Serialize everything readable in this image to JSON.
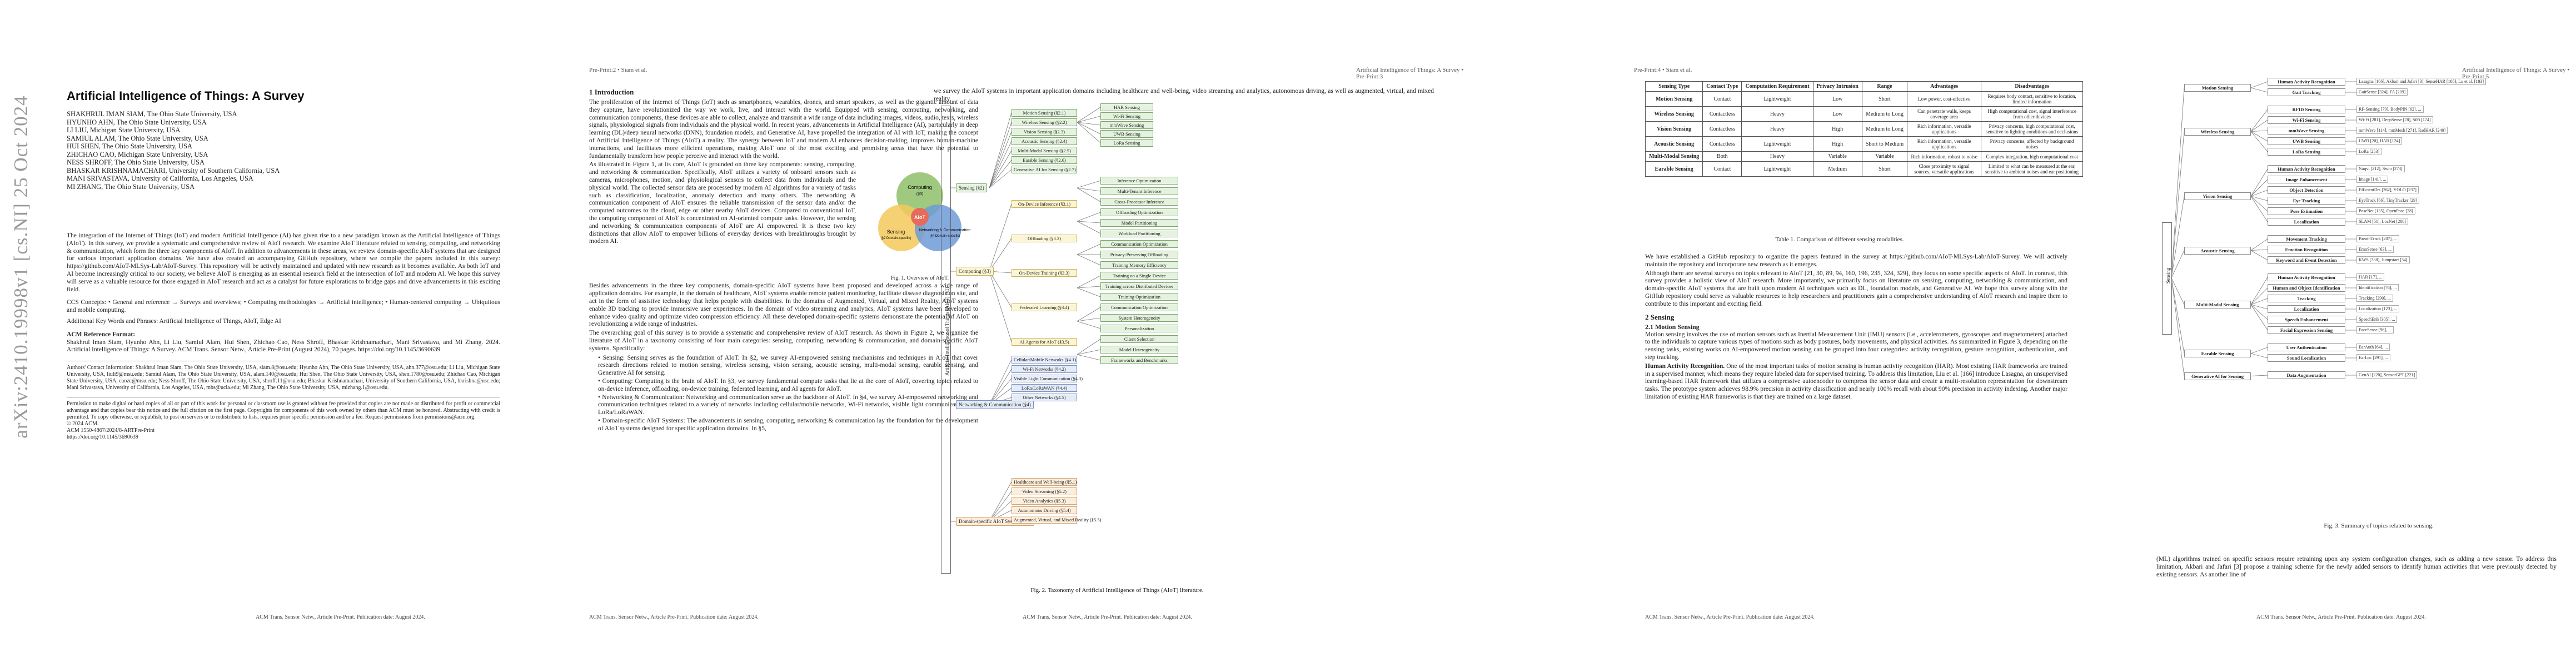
{
  "arxiv_id": "arXiv:2410.19998v1 [cs.NI] 25 Oct 2024",
  "page1": {
    "title": "Artificial Intelligence of Things: A Survey",
    "authors": [
      "SHAKHRUL IMAN SIAM, The Ohio State University, USA",
      "HYUNHO AHN, The Ohio State University, USA",
      "LI LIU, Michigan State University, USA",
      "SAMIUL ALAM, The Ohio State University, USA",
      "HUI SHEN, The Ohio State University, USA",
      "ZHICHAO CAO, Michigan State University, USA",
      "NESS SHROFF, The Ohio State University, USA",
      "BHASKAR KRISHNAMACHARI, University of Southern California, USA",
      "MANI SRIVASTAVA, University of California, Los Angeles, USA",
      "MI ZHANG, The Ohio State University, USA"
    ],
    "abstract": "The integration of the Internet of Things (IoT) and modern Artificial Intelligence (AI) has given rise to a new paradigm known as the Artificial Intelligence of Things (AIoT). In this survey, we provide a systematic and comprehensive review of AIoT research. We examine AIoT literature related to sensing, computing, and networking & communication, which form the three key components of AIoT. In addition to advancements in these areas, we review domain-specific AIoT systems that are designed for various important application domains. We have also created an accompanying GitHub repository, where we compile the papers included in this survey: https://github.com/AIoT-MLSys-Lab/AIoT-Survey. This repository will be actively maintained and updated with new research as it becomes available. As both IoT and AI become increasingly critical to our society, we believe AIoT is emerging as an essential research field at the intersection of IoT and modern AI. We hope this survey will serve as a valuable resource for those engaged in AIoT research and act as a catalyst for future explorations to bridge gaps and drive advancements in this exciting field.",
    "ccs": "CCS Concepts: • General and reference → Surveys and overviews; • Computing methodologies → Artificial intelligence; • Human-centered computing → Ubiquitous and mobile computing.",
    "keywords": "Additional Key Words and Phrases: Artificial Intelligence of Things, AIoT, Edge AI",
    "acm_label": "ACM Reference Format:",
    "acm_ref": "Shakhrul Iman Siam, Hyunho Ahn, Li Liu, Samiul Alam, Hui Shen, Zhichao Cao, Ness Shroff, Bhaskar Krishnamachari, Mani Srivastava, and Mi Zhang. 2024. Artificial Intelligence of Things: A Survey. ACM Trans. Sensor Netw., Article Pre-Print (August 2024), 70 pages. https://doi.org/10.1145/3690639",
    "address": "Authors' Contact Information: Shakhrul Iman Siam, The Ohio State University, USA, siam.8@osu.edu; Hyunho Ahn, The Ohio State University, USA, ahn.377@osu.edu; Li Liu, Michigan State University, USA, liuli9@msu.edu; Samiul Alam, The Ohio State University, USA, alam.140@osu.edu; Hui Shen, The Ohio State University, USA, shen.1780@osu.edu; Zhichao Cao, Michigan State University, USA, caozc@msu.edu; Ness Shroff, The Ohio State University, USA, shroff.11@osu.edu; Bhaskar Krishnamachari, University of Southern California, USA, bkrishna@usc.edu; Mani Srivastava, University of California, Los Angeles, USA, mbs@ucla.edu; Mi Zhang, The Ohio State University, USA, mizhang.1@osu.edu.",
    "permission": "Permission to make digital or hard copies of all or part of this work for personal or classroom use is granted without fee provided that copies are not made or distributed for profit or commercial advantage and that copies bear this notice and the full citation on the first page. Copyrights for components of this work owned by others than ACM must be honored. Abstracting with credit is permitted. To copy otherwise, or republish, to post on servers or to redistribute to lists, requires prior specific permission and/or a fee. Request permissions from permissions@acm.org.",
    "copyright": "© 2024 ACM.",
    "issn": "ACM 1550-4867/2024/8-ARTPre-Print",
    "doi": "https://doi.org/10.1145/3690639",
    "footer": "ACM Trans. Sensor Netw., Article Pre-Print. Publication date: August 2024."
  },
  "page2": {
    "header_left": "Pre-Print:2 • Siam et al.",
    "header_right": "Artificial Intelligence of Things: A Survey • Pre-Print:3",
    "section": "1 Introduction",
    "para1": "The proliferation of the Internet of Things (IoT) such as smartphones, wearables, drones, and smart speakers, as well as the gigantic amount of data they capture, have revolutionized the way we work, live, and interact with the world. Equipped with sensing, computing, networking, and communication components, these devices are able to collect, analyze and transmit a wide range of data including images, videos, audio, texts, wireless signals, physiological signals from individuals and the physical world. In recent years, advancements in Artificial Intelligence (AI), particularly in deep learning (DL)/deep neural networks (DNN), foundation models, and Generative AI, have propelled the integration of AI with IoT, making the concept of Artificial Intelligence of Things (AIoT) a reality. The synergy between IoT and modern AI enhances decision-making, improves human-machine interactions, and facilitates more efficient operations, making AIoT one of the most exciting and promising areas that have the potential to fundamentally transform how people perceive and interact with the world.",
    "para2": "As illustrated in Figure 1, at its core, AIoT is grounded on three key components: sensing, computing, and networking & communication. Specifically, AIoT utilizes a variety of onboard sensors such as cameras, microphones, motion, and physiological sensors to collect data from individuals and the physical world. The collected sensor data are processed by modern AI algorithms for a variety of tasks such as classification, localization, anomaly detection and many others. The networking & communication component of AIoT ensures the reliable transmission of the sensor data and/or the computed outcomes to the cloud, edge or other nearby AIoT devices. Compared to conventional IoT, the computing component of AIoT is concentrated on AI-oriented compute tasks. However, the sensing and networking & communication components of AIoT are AI empowered. It is these two key distinctions that allow AIoT to empower billions of everyday devices with breakthroughs brought by modern AI.",
    "para3": "Besides advancements in the three key components, domain-specific AIoT systems have been proposed and developed across a wide range of application domains. For example, in the domain of healthcare, AIoT systems enable remote patient monitoring, facilitate disease diagnosis on site, and act in the form of assistive technology that helps people with disabilities. In the domains of Augmented, Virtual, and Mixed Reality, AIoT systems enable 3D tracking to provide immersive user experiences. In the domain of video streaming and analytics, AIoT systems have been developed to enhance video quality and optimize video compression efficiency. All these developed domain-specific systems demonstrate the potential of AIoT on revolutionizing a wide range of industries.",
    "para4": "The overarching goal of this survey is to provide a systematic and comprehensive review of AIoT research. As shown in Figure 2, we organize the literature of AIoT in a taxonomy consisting of four main categories: sensing, computing, networking & communication, and domain-specific AIoT systems. Specifically:",
    "bullets": [
      "• Sensing: Sensing serves as the foundation of AIoT. In §2, we survey AI-empowered sensing mechanisms and techniques in AIoT that cover research directions related to motion sensing, wireless sensing, vision sensing, acoustic sensing, multi-modal sensing, earable sensing, and Generative AI for sensing.",
      "• Computing: Computing is the brain of AIoT. In §3, we survey fundamental compute tasks that lie at the core of AIoT, covering topics related to on-device inference, offloading, on-device training, federated learning, and AI agents for AIoT.",
      "• Networking & Communication: Networking and communication serve as the backbone of AIoT. In §4, we survey AI-empowered networking and communication techniques related to a variety of networks including cellular/mobile networks, Wi-Fi networks, visible light communication, and LoRa/LoRaWAN.",
      "• Domain-specific AIoT Systems: The advancements in sensing, computing, networking & communication lay the foundation for the development of AIoT systems designed for specific application domains. In §5,"
    ],
    "fig1_caption": "Fig. 1. Overview of AIoT.",
    "venn": {
      "computing": "Computing",
      "computing_sub": "(§3)",
      "sensing": "Sensing",
      "sensing_sub": "(§2 Domain-specific)",
      "network": "Networking & Communication",
      "network_sub": "(§4 Domain-specific)",
      "center": "AIoT"
    },
    "right_intro": "we survey the AIoT systems in important application domains including healthcare and well-being, video streaming and analytics, autonomous driving, as well as augmented, virtual, and mixed reality.",
    "taxonomy_side": "Artificial Intelligence of Things (AIoT) (§1)",
    "taxonomy": {
      "Sensing (§2)": [
        "Motion Sensing (§2.1)",
        "Wireless Sensing (§2.2)",
        "Vision Sensing (§2.3)",
        "Acoustic Sensing (§2.4)",
        "Multi-Modal Sensing (§2.5)",
        "Earable Sensing (§2.6)",
        "Generative AI for Sensing (§2.7)"
      ],
      "Computing (§3)": [
        "On-Device Inference (§3.1)",
        "Offloading (§3.2)",
        "On-Device Training (§3.3)",
        "Federated Learning (§3.4)",
        "AI Agents for AIoT (§3.5)"
      ],
      "Networking & Communication (§4)": [
        "Cellular/Mobile Networks (§4.1)",
        "Wi-Fi Networks (§4.2)",
        "Visible Light Communication (§4.3)",
        "LoRa/LoRaWAN (§4.4)",
        "Other Networks (§4.5)"
      ],
      "Domain-specific AIoT Systems (§5)": [
        "Healthcare and Well-being (§5.1)",
        "Video Streaming (§5.2)",
        "Video Analytics (§5.3)",
        "Autonomous Driving (§5.4)",
        "Augmented, Virtual, and Mixed Reality (§5.5)"
      ]
    },
    "taxonomy_leaves_sensing": [
      "HAR Sensing",
      "Wi-Fi Sensing",
      "mmWave Sensing",
      "UWB Sensing",
      "LoRa Sensing"
    ],
    "taxonomy_leaves_computing": [
      "Inference Optimization",
      "Multi-Tenant Inference",
      "Cross-Processor Inference",
      "Offloading Optimization",
      "Model Partitioning",
      "Workload Partitioning",
      "Communication Optimization",
      "Privacy-Preserving Offloading",
      "Training Memory Efficiency",
      "Training on a Single Device",
      "Training across Distributed Devices",
      "Training Optimization",
      "Communication Optimization",
      "System Heterogeneity",
      "Personalization",
      "Client Selection",
      "Model Heterogeneity",
      "Frameworks and Benchmarks"
    ],
    "fig2_caption": "Fig. 2. Taxonomy of Artificial Intelligence of Things (AIoT) literature.",
    "footer": "ACM Trans. Sensor Netw., Article Pre-Print. Publication date: August 2024."
  },
  "page3": {
    "header_left": "Pre-Print:4 • Siam et al.",
    "header_right": "Artificial Intelligence of Things: A Survey • Pre-Print:5",
    "table_headers": [
      "Sensing Type",
      "Contact Type",
      "Computation Requirement",
      "Privacy Intrusion",
      "Range",
      "Advantages",
      "Disadvantages"
    ],
    "table_rows": [
      [
        "Motion Sensing",
        "Contact",
        "Lightweight",
        "Low",
        "Short",
        "Low power, cost-effective",
        "Requires body contact, sensitive to location, limited information"
      ],
      [
        "Wireless Sensing",
        "Contactless",
        "Heavy",
        "Low",
        "Medium to Long",
        "Can penetrate walls, keeps coverage area",
        "High computational cost, signal interference from other devices"
      ],
      [
        "Vision Sensing",
        "Contactless",
        "Heavy",
        "High",
        "Medium to Long",
        "Rich information, versatile applications",
        "Privacy concerns, high computational cost, sensitive to lighting conditions and occlusions"
      ],
      [
        "Acoustic Sensing",
        "Contactless",
        "Lightweight",
        "High",
        "Short to Medium",
        "Rich information, versatile applications",
        "Privacy concerns, affected by background noises"
      ],
      [
        "Multi-Modal Sensing",
        "Both",
        "Heavy",
        "Variable",
        "Variable",
        "Rich information, robust to noise",
        "Complex integration, high computational cost"
      ],
      [
        "Earable Sensing",
        "Contact",
        "Lightweight",
        "Medium",
        "Short",
        "Close proximity to signal sources, versatile applications",
        "Limited to what can be measured at the ear, sensitive to ambient noises and ear positioning"
      ]
    ],
    "table_caption": "Table 1. Comparison of different sensing modalities.",
    "para1": "We have established a GitHub repository to organize the papers featured in the survey at https://github.com/AIoT-MLSys-Lab/AIoT-Survey. We will actively maintain the repository and incorporate new research as it emerges.",
    "para2": "Although there are several surveys on topics relevant to AIoT [21, 30, 89, 94, 160, 196, 235, 324, 329], they focus on some specific aspects of AIoT. In contrast, this survey provides a holistic view of AIoT research. More importantly, we primarily focus on literature on sensing, computing, networking & communication, and domain-specific AIoT systems that are built upon modern AI techniques such as DL, foundation models, and Generative AI. We hope this survey along with the GitHub repository could serve as valuable resources to help researchers and practitioners gain a comprehensive understanding of AIoT research and inspire them to contribute to this important and exciting field.",
    "section": "2 Sensing",
    "subsection": "2.1 Motion Sensing",
    "para3": "Motion sensing involves the use of motion sensors such as Inertial Measurement Unit (IMU) sensors (i.e., accelerometers, gyroscopes and magnetometers) attached to the individuals to capture various types of motions such as body postures, body movements, and physical activities. As summarized in Figure 3, depending on the sensing tasks, existing works on AI-empowered motion sensing can be grouped into four categories: activity recognition, gesture recognition, authentication, and step tracking.",
    "para4_lead": "Human Activity Recognition.",
    "para4": "One of the most important tasks of motion sensing is human activity recognition (HAR). Most existing HAR frameworks are trained in a supervised manner, which means they require labeled data for supervised training. To address this limitation, Liu et al. [166] introduce Lasagna, an unsupervised learning-based HAR framework that utilizes a compressive autoencoder to compress the sensor data and create a multi-resolution representation for downstream tasks. The prototype system achieves 98.9% precision in activity classification and nearly 100% recall with about 90% precision in activity indexing. Another major limitation of existing HAR frameworks is that they are trained on a large dataset.",
    "side_text": "(ML) algorithms trained on specific sensors require retraining upon any system configuration changes, such as adding a new sensor. To address this limitation, Akbari and Jafari [3] propose a training scheme for the newly added sensors to identify human activities that were previously detected by existing sensors. As another line of",
    "fig3_caption": "Fig. 3. Summary of topics related to sensing.",
    "tree_root": "Sensing",
    "tree": [
      {
        "cat": "Motion Sensing",
        "topics": [
          "Human Activity Recognition",
          "Gait Tracking"
        ]
      },
      {
        "cat": "Wireless Sensing",
        "topics": [
          "RFID Sensing",
          "Wi-Fi Sensing",
          "mmWave Sensing",
          "UWB Sensing",
          "LoRa Sensing"
        ]
      },
      {
        "cat": "Vision Sensing",
        "topics": [
          "Human Activity Recognition",
          "Image Enhancement",
          "Object Detection",
          "Eye Tracking",
          "Pose Estimation",
          "Localization"
        ]
      },
      {
        "cat": "Acoustic Sensing",
        "topics": [
          "Movement Tracking",
          "Emotion Recognition",
          "Keyword and Event Detection"
        ]
      },
      {
        "cat": "Multi-Modal Sensing",
        "topics": [
          "Human Activity Recognition",
          "Human and Object Identification",
          "Tracking",
          "Localization",
          "Speech Enhancement",
          "Facial Expression Sensing"
        ]
      },
      {
        "cat": "Earable Sensing",
        "topics": [
          "User Authentication",
          "Sound Localization"
        ]
      },
      {
        "cat": "Generative AI for Sensing",
        "topics": [
          "Data Augmentation"
        ]
      }
    ],
    "tree_refs": [
      "Lasagna [166], Akbari and Jafari [3], SenseHAR [105], Lu et al. [183]",
      "GaitSense [324], FA [209]",
      "RF-Sensing [79], BodyPIN [62], ...",
      "Wi-Fi [281], DeepSense [78], SiFi [174]",
      "mmWave [114], mmMesh [271], RadHAR [240]",
      "UWB [20], HAR [124]",
      "LoRa [253]",
      "Naqvi [212], Swin [273]",
      "Image [141], ...",
      "EfficientDet [262], YOLO [237]",
      "EyeTrack [66], TinyTracker [29]",
      "PoseNet [135], OpenPose [38]",
      "SLAM [51], LocNet [200]",
      "BreathTrack [287], ...",
      "EmoSense [63], ...",
      "KWS [338], Jumpstart [34]",
      "HAR [17], ...",
      "Identification [76], ...",
      "Tracking [290], ...",
      "Localization [123], ...",
      "SpeechEnh [305], ...",
      "FaceSense [96], ...",
      "EarAuth [64], ...",
      "EarLoc [291], ...",
      "GenAI [220], SensorGPT [221]"
    ],
    "footer": "ACM Trans. Sensor Netw., Article Pre-Print. Publication date: August 2024."
  }
}
